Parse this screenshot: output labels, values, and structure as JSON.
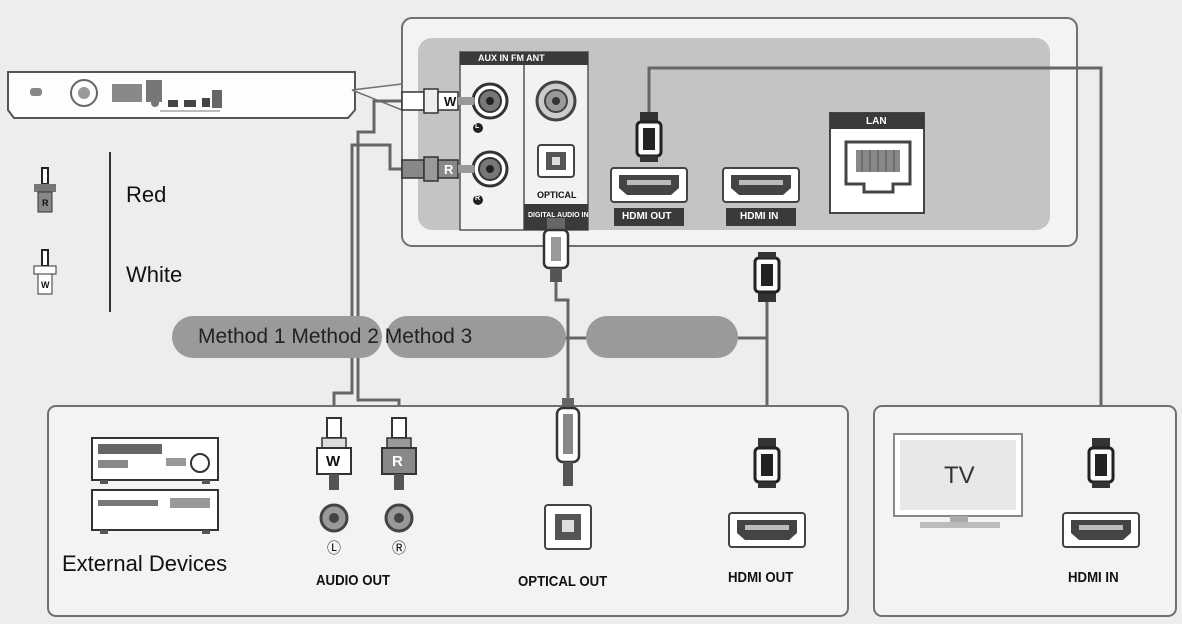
{
  "legend": {
    "red_plug_letter": "R",
    "red_label": "Red",
    "white_plug_letter": "W",
    "white_label": "White"
  },
  "methods": {
    "text": "Method 1 Method 2 Method 3"
  },
  "panel": {
    "aux_in_fm_ant": "AUX IN FM ANT",
    "optical": "OPTICAL",
    "digital_audio_in": "DIGITAL AUDIO IN",
    "hdmi_out": "HDMI OUT",
    "hdmi_in": "HDMI IN",
    "lan": "LAN",
    "left_marker": "L",
    "right_marker": "R",
    "plug_w": "W",
    "plug_r": "R"
  },
  "external": {
    "title": "External Devices",
    "audio_out": "AUDIO OUT",
    "left_marker": "Ⓛ",
    "right_marker": "Ⓡ",
    "plug_w": "W",
    "plug_r": "R",
    "optical_out": "OPTICAL OUT",
    "hdmi_out": "HDMI OUT"
  },
  "tv": {
    "screen_text": "TV",
    "hdmi_in": "HDMI IN"
  },
  "colors": {
    "background": "#ededed",
    "box_fill": "#f3f3f3",
    "box_border": "#707070",
    "panel_fill": "#c4c4c4",
    "jack_dark": "#3a3a3a",
    "method_bubble": "#9a9a9a"
  }
}
